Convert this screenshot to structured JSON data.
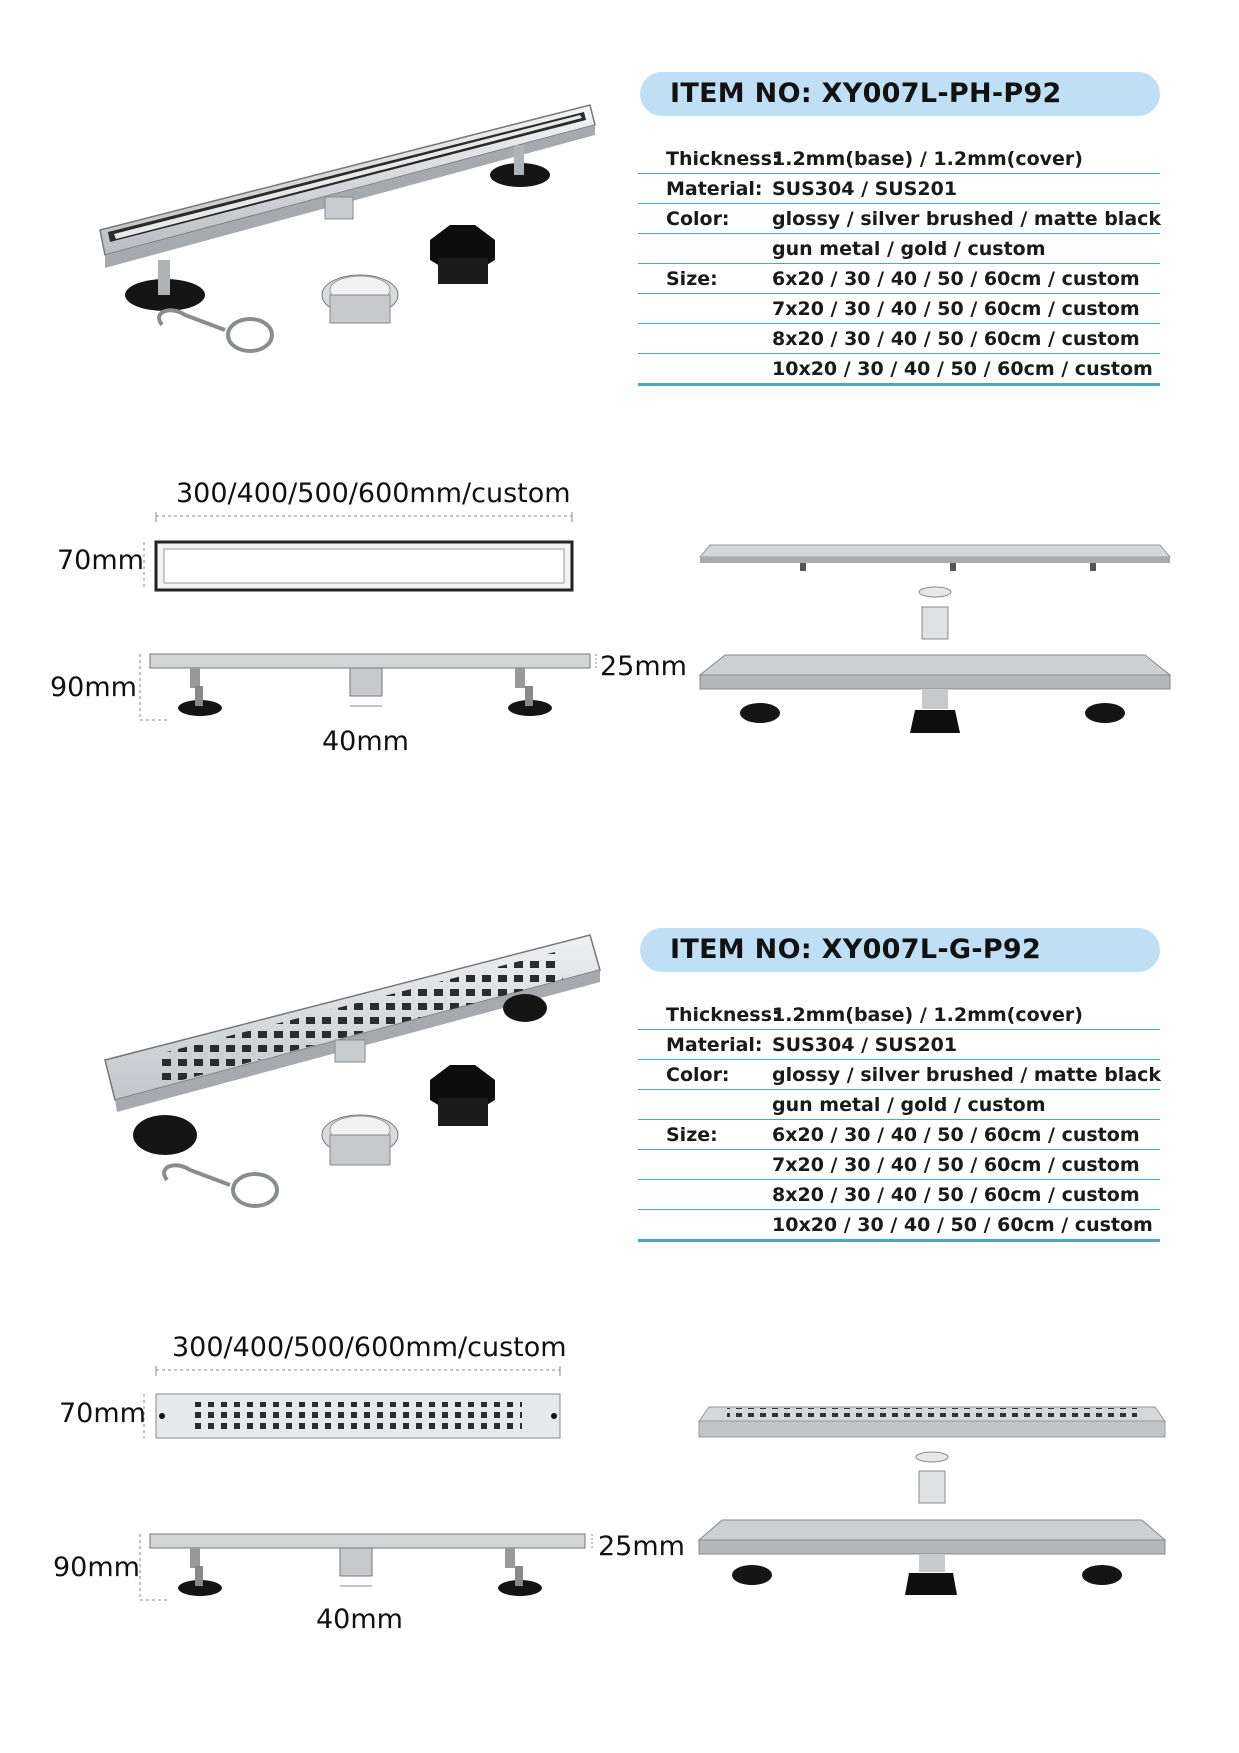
{
  "products": [
    {
      "item_no": "ITEM NO: XY007L-PH-P92",
      "specs": [
        {
          "key": "Thickness:",
          "value": "1.2mm(base) / 1.2mm(cover)"
        },
        {
          "key": "Material:",
          "value": "SUS304 / SUS201"
        },
        {
          "key": "Color:",
          "value": "glossy / silver brushed / matte black"
        },
        {
          "key": "",
          "value": "gun metal / gold / custom"
        },
        {
          "key": "Size:",
          "value": "6x20 / 30 / 40 / 50 / 60cm / custom"
        },
        {
          "key": "",
          "value": "7x20 / 30 / 40 / 50 / 60cm / custom"
        },
        {
          "key": "",
          "value": "8x20 / 30 / 40 / 50 / 60cm / custom"
        },
        {
          "key": "",
          "value": "10x20 / 30 / 40 / 50 / 60cm / custom"
        }
      ],
      "dims": {
        "length": "300/400/500/600mm/custom",
        "width": "70mm",
        "height": "90mm",
        "depth": "25mm",
        "outlet": "40mm"
      }
    },
    {
      "item_no": "ITEM NO: XY007L-G-P92",
      "specs": [
        {
          "key": "Thickness:",
          "value": "1.2mm(base) / 1.2mm(cover)"
        },
        {
          "key": "Material:",
          "value": "SUS304 / SUS201"
        },
        {
          "key": "Color:",
          "value": "glossy / silver brushed / matte black"
        },
        {
          "key": "",
          "value": "gun metal / gold / custom"
        },
        {
          "key": "Size:",
          "value": "6x20 / 30 / 40 / 50 / 60cm / custom"
        },
        {
          "key": "",
          "value": "7x20 / 30 / 40 / 50 / 60cm / custom"
        },
        {
          "key": "",
          "value": "8x20 / 30 / 40 / 50 / 60cm / custom"
        },
        {
          "key": "",
          "value": "10x20 / 30 / 40 / 50 / 60cm / custom"
        }
      ],
      "dims": {
        "length": "300/400/500/600mm/custom",
        "width": "70mm",
        "height": "90mm",
        "depth": "25mm",
        "outlet": "40mm"
      }
    }
  ],
  "colors": {
    "pill": "#bfe0f4",
    "rule": "#4aa6c9",
    "steel": "#c9ccd0",
    "black": "#151515"
  }
}
